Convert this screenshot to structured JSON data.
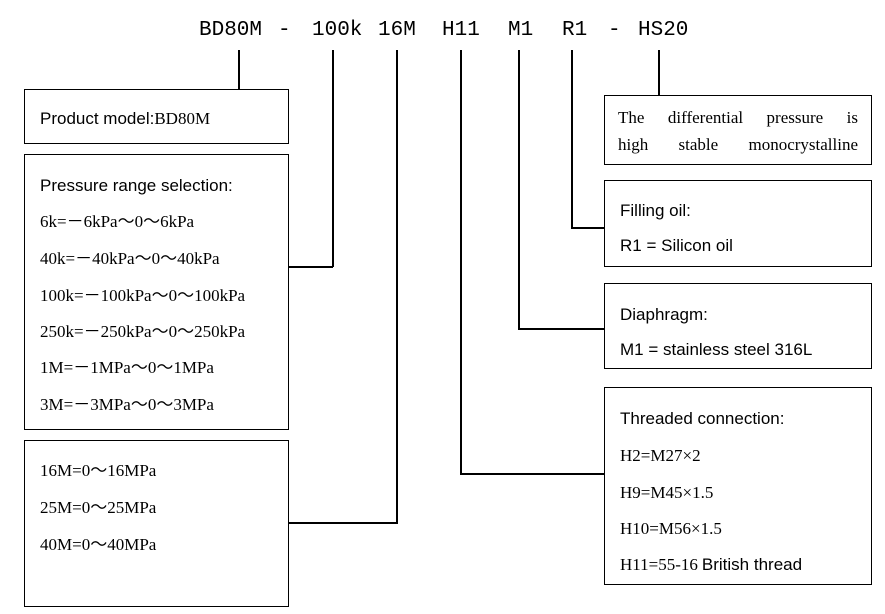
{
  "model_code": {
    "model": "BD80M",
    "dash1": "-",
    "range": "100k",
    "range_high": "16M",
    "thread": "H11",
    "diaphragm": "M1",
    "oil": "R1",
    "dash2": "-",
    "sensor": "HS20"
  },
  "product_model": {
    "label": "Product model:",
    "value": "BD80M"
  },
  "pressure_range": {
    "title": "Pressure range selection:",
    "options": [
      "6k=－6kPa～0～6kPa",
      "40k=－40kPa～0～40kPa",
      "100k=－100kPa～0～100kPa",
      "250k=－250kPa～0～250kPa",
      "1M=－1MPa～0～1MPa",
      "3M=－3MPa～0～3MPa"
    ]
  },
  "high_range": {
    "options": [
      "16M=0～16MPa",
      "25M=0～25MPa",
      "40M=0～40MPa"
    ]
  },
  "sensor_note": {
    "line1": "The differential pressure is",
    "line2": "high stable monocrystalline"
  },
  "filling_oil": {
    "title": "Filling oil:",
    "value": "R1 = Silicon oil"
  },
  "diaphragm": {
    "title": "Diaphragm:",
    "value": "M1 = stainless steel 316L"
  },
  "threaded_connection": {
    "title": "Threaded connection:",
    "options": [
      "H2=M27×2",
      "H9=M45×1.5",
      "H10=M56×1.5"
    ],
    "last_code": "H11=55-16",
    "last_desc": "British thread"
  }
}
